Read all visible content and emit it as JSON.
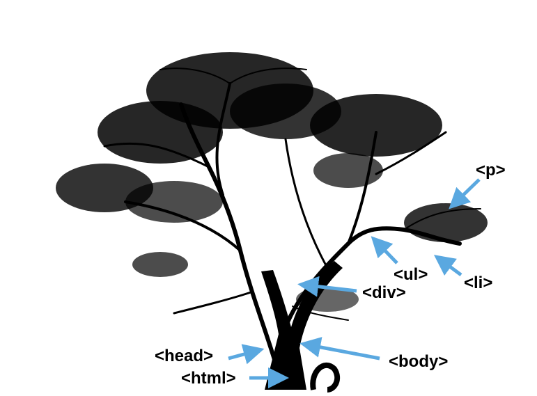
{
  "labels": {
    "p": "<p>",
    "ul": "<ul>",
    "li": "<li>",
    "div": "<div>",
    "head": "<head>",
    "body": "<body>",
    "html": "<html>"
  },
  "colors": {
    "arrow": "#5aa8e0",
    "tree": "#000000",
    "background": "#ffffff"
  },
  "image": {
    "subject": "tree-silhouette-icon"
  }
}
